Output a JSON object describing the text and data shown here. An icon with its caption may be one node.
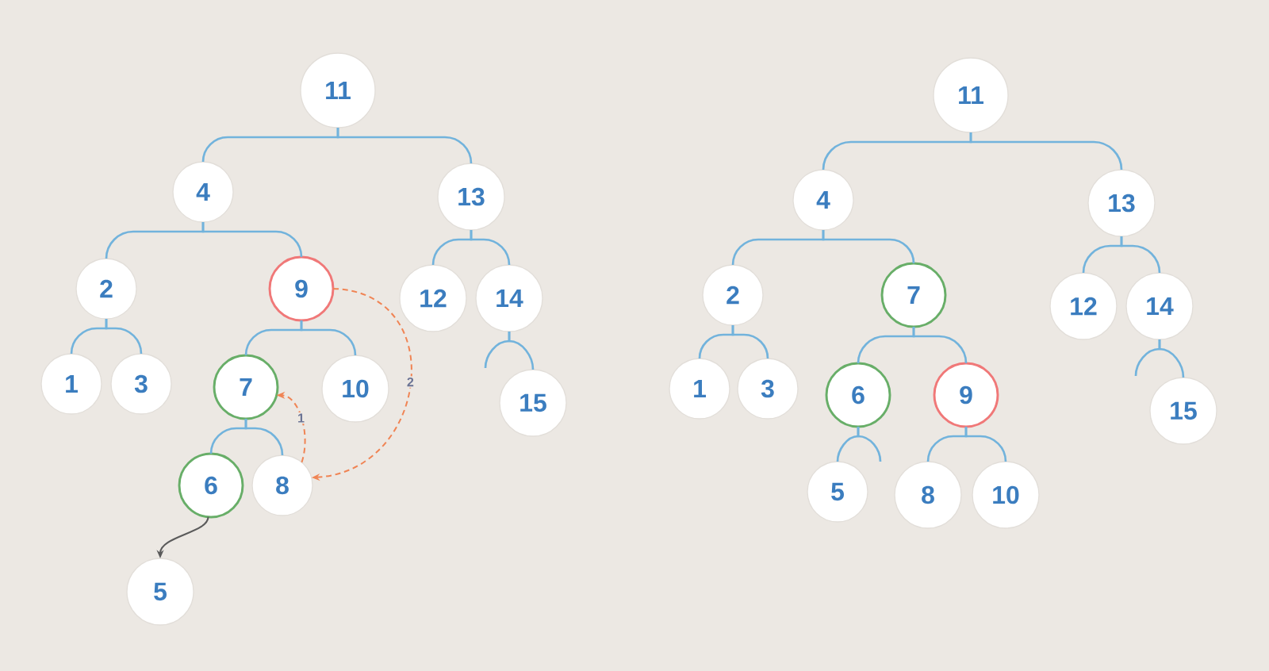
{
  "diagram": {
    "nodes": [
      {
        "text": [
          "11"
        ]
      },
      {
        "text": [
          "4"
        ]
      },
      {
        "text": [
          "13"
        ]
      },
      {
        "text": [
          "2"
        ]
      },
      {
        "text": [
          "9"
        ]
      },
      {
        "text": [
          "12"
        ]
      },
      {
        "text": [
          "14"
        ]
      },
      {
        "text": [
          "1"
        ]
      },
      {
        "text": [
          "3"
        ]
      },
      {
        "text": [
          "7"
        ]
      },
      {
        "text": [
          "10"
        ]
      },
      {
        "text": [
          "15"
        ]
      },
      {
        "text": [
          "6"
        ]
      },
      {
        "text": [
          "8"
        ]
      },
      {
        "text": [
          "5"
        ]
      },
      {
        "text": [
          "11"
        ]
      },
      {
        "text": [
          "4"
        ]
      },
      {
        "text": [
          "13"
        ]
      },
      {
        "text": [
          "2"
        ]
      },
      {
        "text": [
          "7"
        ]
      },
      {
        "text": [
          "12"
        ]
      },
      {
        "text": [
          "14"
        ]
      },
      {
        "text": [
          "1"
        ]
      },
      {
        "text": [
          "3"
        ]
      },
      {
        "text": [
          "6"
        ]
      },
      {
        "text": [
          "9"
        ]
      },
      {
        "text": [
          "15"
        ]
      },
      {
        "text": [
          "5"
        ]
      },
      {
        "text": [
          "8"
        ]
      },
      {
        "text": [
          "10"
        ]
      }
    ],
    "edges": [
      {
        "from": 0,
        "to": 1,
        "arrow": "none"
      },
      {
        "from": 0,
        "to": 2,
        "arrow": "none"
      },
      {
        "from": 1,
        "to": 3,
        "arrow": "none"
      },
      {
        "from": 1,
        "to": 4,
        "arrow": "none"
      },
      {
        "from": 3,
        "to": 7,
        "arrow": "none"
      },
      {
        "from": 3,
        "to": 8,
        "arrow": "none"
      },
      {
        "from": 4,
        "to": 9,
        "arrow": "none"
      },
      {
        "from": 4,
        "to": 10,
        "arrow": "none"
      },
      {
        "from": 2,
        "to": 5,
        "arrow": "none"
      },
      {
        "from": 2,
        "to": 6,
        "arrow": "none"
      },
      {
        "from": 6,
        "to": null,
        "arrow": "none"
      },
      {
        "from": 6,
        "to": 11,
        "arrow": "none"
      },
      {
        "from": 9,
        "to": 12,
        "arrow": "none"
      },
      {
        "from": 9,
        "to": 13,
        "arrow": "none"
      },
      {
        "from": 12,
        "to": 14,
        "arrow": "to",
        "color": "#5a5a5a"
      },
      {
        "from": 13,
        "to": 9,
        "arrow": "to",
        "label": "1",
        "style": "dashed",
        "color": "#f08454"
      },
      {
        "from": 4,
        "to": 13,
        "arrow": "to",
        "label": "2",
        "style": "dashed",
        "color": "#f08454"
      },
      {
        "from": 15,
        "to": 16,
        "arrow": "none"
      },
      {
        "from": 15,
        "to": 17,
        "arrow": "none"
      },
      {
        "from": 16,
        "to": 18,
        "arrow": "none"
      },
      {
        "from": 16,
        "to": 19,
        "arrow": "none"
      },
      {
        "from": 18,
        "to": 22,
        "arrow": "none"
      },
      {
        "from": 18,
        "to": 23,
        "arrow": "none"
      },
      {
        "from": 19,
        "to": 24,
        "arrow": "none"
      },
      {
        "from": 19,
        "to": 25,
        "arrow": "none"
      },
      {
        "from": 24,
        "to": 27,
        "arrow": "none"
      },
      {
        "from": 24,
        "to": null,
        "arrow": "none"
      },
      {
        "from": 25,
        "to": 28,
        "arrow": "none"
      },
      {
        "from": 25,
        "to": 29,
        "arrow": "none"
      },
      {
        "from": 17,
        "to": 20,
        "arrow": "none"
      },
      {
        "from": 17,
        "to": 21,
        "arrow": "none"
      },
      {
        "from": 21,
        "to": null,
        "arrow": "none"
      },
      {
        "from": 21,
        "to": 26,
        "arrow": "none"
      }
    ]
  }
}
